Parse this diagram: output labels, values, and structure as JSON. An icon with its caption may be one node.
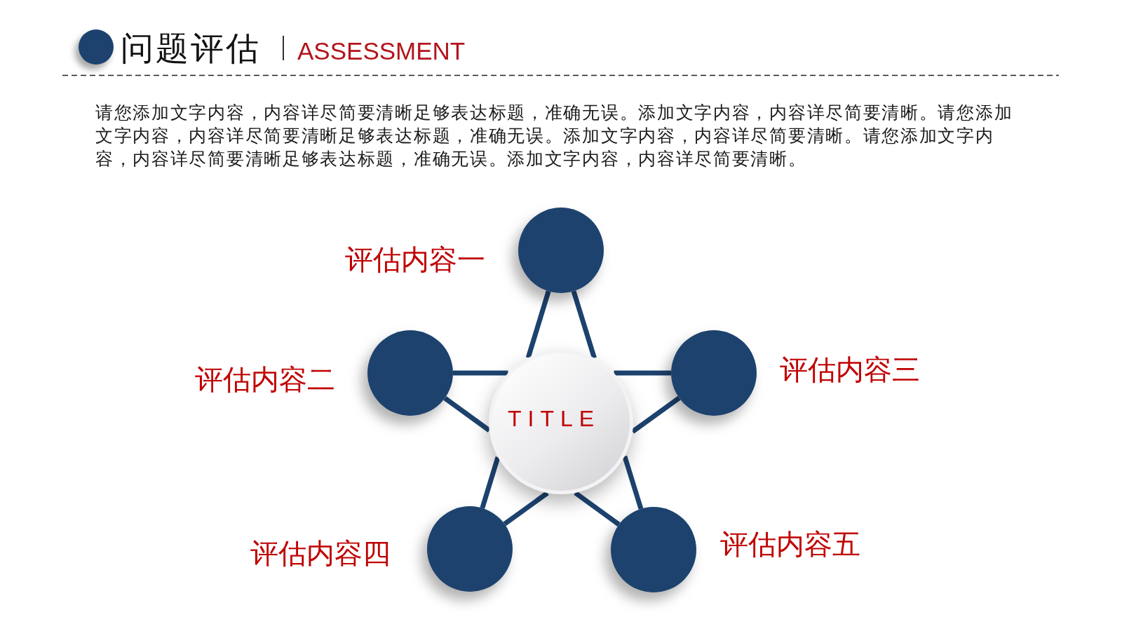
{
  "diagram": {
    "title": "问题评估",
    "nodes": [
      {
        "text": [
          "TITLE"
        ]
      },
      {
        "text": [],
        "shape": "circle",
        "beside": [
          "评估内容一"
        ]
      },
      {
        "text": [],
        "shape": "circle",
        "beside": [
          "评估内容二"
        ]
      },
      {
        "text": [],
        "shape": "circle",
        "beside": [
          "评估内容三"
        ]
      },
      {
        "text": [],
        "shape": "circle",
        "beside": [
          "评估内容四"
        ]
      },
      {
        "text": [],
        "shape": "circle",
        "beside": [
          "评估内容五"
        ]
      }
    ],
    "edges": [
      {
        "from": 1,
        "to": 0,
        "arrow": "none"
      },
      {
        "from": 1,
        "to": 0,
        "arrow": "none"
      },
      {
        "from": 2,
        "to": 0,
        "arrow": "none"
      },
      {
        "from": 2,
        "to": 0,
        "arrow": "none"
      },
      {
        "from": 3,
        "to": 0,
        "arrow": "none"
      },
      {
        "from": 3,
        "to": 0,
        "arrow": "none"
      },
      {
        "from": 4,
        "to": 0,
        "arrow": "none"
      },
      {
        "from": 4,
        "to": 0,
        "arrow": "none"
      },
      {
        "from": 5,
        "to": 0,
        "arrow": "none"
      },
      {
        "from": 5,
        "to": 0,
        "arrow": "none"
      }
    ],
    "labels": [
      "ASSESSMENT",
      "请您添加文字内容，内容详尽简要清晰足够表达标题，准确无误。添加文字内容，内容详尽简要清晰。请您添加文字内容，内容详尽简要清晰足够表达标题，准确无误。添加文字内容，内容详尽简要清晰。请您添加文字内容，内容详尽简要清晰足够表达标题，准确无误。添加文字内容，内容详尽简要清晰。"
    ]
  }
}
